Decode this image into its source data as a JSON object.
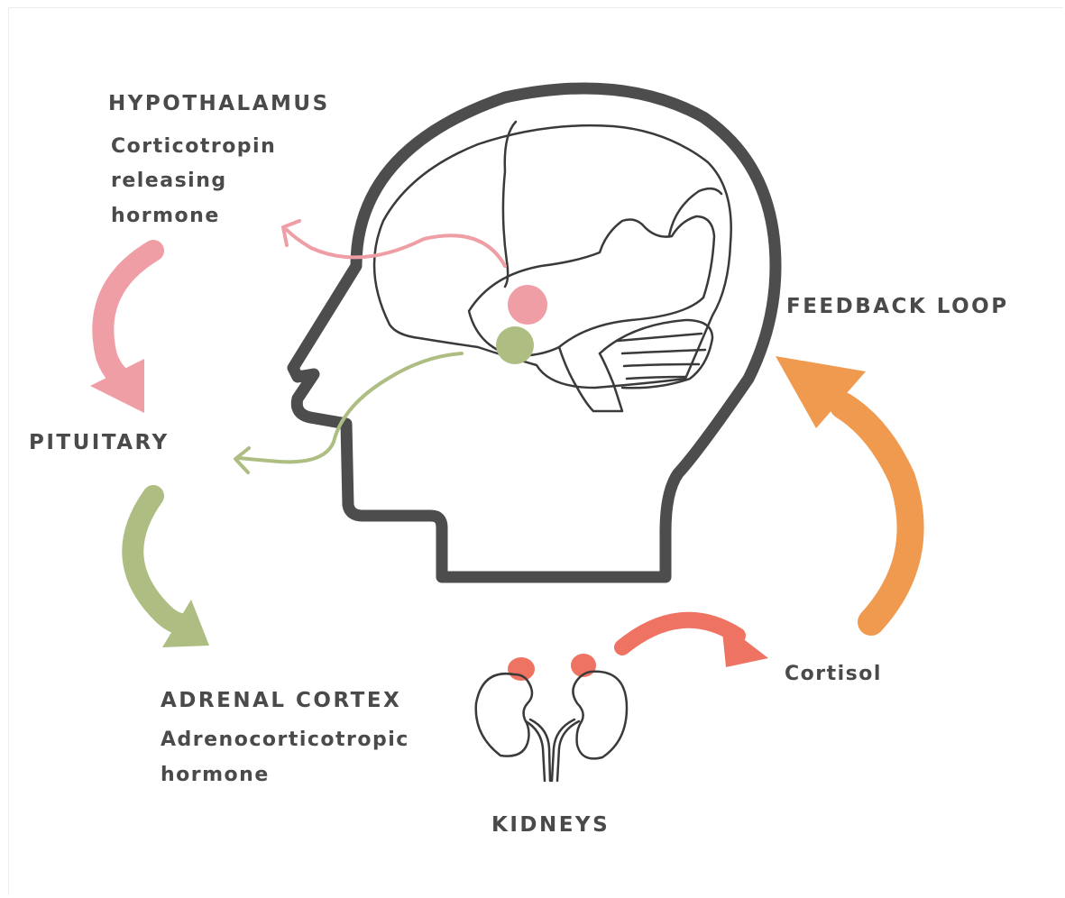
{
  "labels": {
    "hypothalamus": "HYPOTHALAMUS",
    "hypothalamus_hormone_1": "Corticotropin",
    "hypothalamus_hormone_2": "releasing",
    "hypothalamus_hormone_3": "hormone",
    "pituitary": "PITUITARY",
    "adrenal_cortex": "ADRENAL CORTEX",
    "adrenal_hormone_1": "Adrenocorticotropic",
    "adrenal_hormone_2": "hormone",
    "kidneys": "KIDNEYS",
    "cortisol": "Cortisol",
    "feedback_loop": "FEEDBACK LOOP"
  },
  "colors": {
    "outline": "#4d4d4d",
    "hypothalamus": "#ee9ea4",
    "pituitary": "#aebd82",
    "adrenal": "#ee7362",
    "feedback": "#f09a4f",
    "text": "#4a4a4a"
  },
  "icons": [
    "head-silhouette-icon",
    "brain-icon",
    "kidneys-icon"
  ]
}
